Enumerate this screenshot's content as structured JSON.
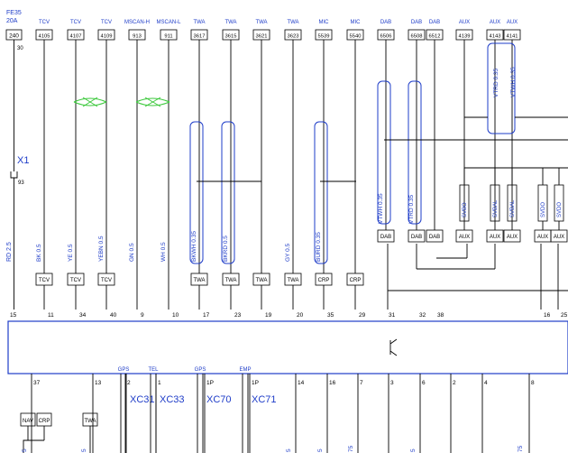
{
  "top_fuse": {
    "lines": [
      "FE35",
      "20A"
    ],
    "box": "240",
    "under": "30"
  },
  "top_terminals": [
    {
      "label": "TCV",
      "code": "4105",
      "wire": "BK 0.5",
      "terminal": "TCV",
      "pin": "11"
    },
    {
      "label": "TCV",
      "code": "4107",
      "wire": "YE 0.5",
      "terminal": "TCV",
      "pin": "34"
    },
    {
      "label": "TCV",
      "code": "4109",
      "wire": "YEBN 0.5",
      "terminal": "TCV",
      "pin": "40"
    },
    {
      "label": "MSCAN-H",
      "code": "913",
      "wire": "GN 0.5",
      "pin": "9"
    },
    {
      "label": "MSCAN-L",
      "code": "911",
      "wire": "WH 0.5",
      "pin": "10"
    },
    {
      "label": "TWA",
      "code": "3617",
      "wire": "BKWH 0.35",
      "terminal": "TWA",
      "pin": "17"
    },
    {
      "label": "TWA",
      "code": "3615",
      "wire": "BKRD 0.5",
      "terminal": "TWA",
      "pin": "23"
    },
    {
      "label": "TWA",
      "code": "3621",
      "terminal": "TWA",
      "pin": "19"
    },
    {
      "label": "TWA",
      "code": "3623",
      "wire": "GY 0.5",
      "terminal": "TWA",
      "pin": "20"
    },
    {
      "label": "MIC",
      "code": "5539",
      "wire": "BURD 0.35",
      "terminal": "CRP",
      "pin": "35"
    },
    {
      "label": "MIC",
      "code": "5540",
      "terminal": "CRP",
      "pin": "29"
    },
    {
      "label": "DAB",
      "code": "6506",
      "wire": "VTWH 0.35",
      "terminal": "DAB",
      "pin": "31"
    },
    {
      "label": "DAB",
      "code": "6508",
      "wire": "VTRD 0.35",
      "terminal": "DAB",
      "pin": "32"
    },
    {
      "label": "DAB",
      "code": "6512",
      "terminal": "DAB",
      "pin": "38"
    },
    {
      "label": "AUX",
      "code": "4139",
      "terminal": "AUX"
    },
    {
      "label": "AUX",
      "code": "4143",
      "wire": "VTRD 0.35",
      "terminal": "AUX"
    },
    {
      "label": "AUX",
      "code": "4141",
      "wire": "VTWH 0.35",
      "terminal": "AUX"
    }
  ],
  "left_pin": "15",
  "right_pins": [
    "16",
    "25"
  ],
  "left_wire": "RD 2.5",
  "connector_x1": {
    "label": "X1",
    "pin": "93"
  },
  "shielded_labels": [
    "SVBO",
    "SVBAL",
    "SVBAL",
    "SVDO",
    "SVDO"
  ],
  "bottom_pins": [
    "37",
    "13",
    "2",
    "1",
    "1P",
    "1P",
    "14",
    "16",
    "7",
    "3",
    "6",
    "2",
    "4",
    "8"
  ],
  "bottom_terminals": [
    "NAV",
    "CRP",
    "TWA"
  ],
  "bottom_connectors": [
    {
      "top": "GPS",
      "name": "XC31"
    },
    {
      "top": "TEL",
      "name": "XC33"
    },
    {
      "top": "GPS",
      "name": "XC70"
    },
    {
      "top": "EMP",
      "name": "XC71"
    }
  ],
  "bottom_edge_fragments": [
    "5",
    "5",
    "5",
    "5",
    "75",
    "5",
    "75"
  ],
  "colors": {
    "wire": "#000000",
    "label": "#1e3cc8",
    "shield": "#1e3cc8",
    "twist": "#3cc83c",
    "block_border": "#1e3cc8"
  }
}
